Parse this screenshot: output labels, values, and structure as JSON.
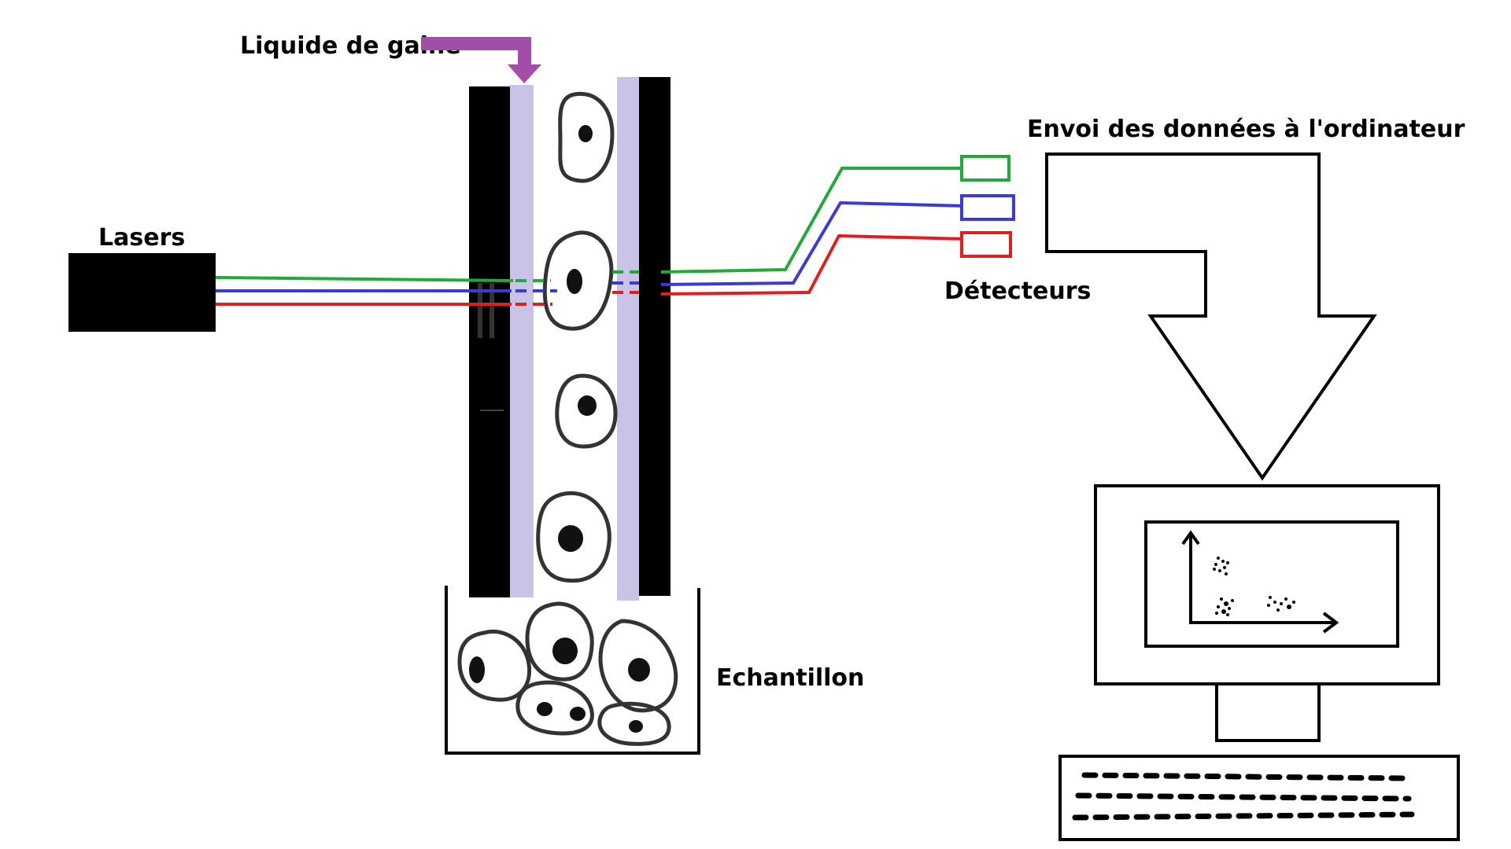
{
  "labels": {
    "sheath_fluid": "Liquide de gaine",
    "lasers": "Lasers",
    "detectors": "Détecteurs",
    "data_transfer": "Envoi des données à l'ordinateur",
    "sample": "Echantillon"
  },
  "colors": {
    "laser_green": "#1faa3a",
    "laser_blue": "#3a3ad8",
    "laser_red": "#e11d1d",
    "sheath_arrow": "#a24ea9",
    "sheath_stream": "#c7c2e6",
    "black": "#000000"
  }
}
